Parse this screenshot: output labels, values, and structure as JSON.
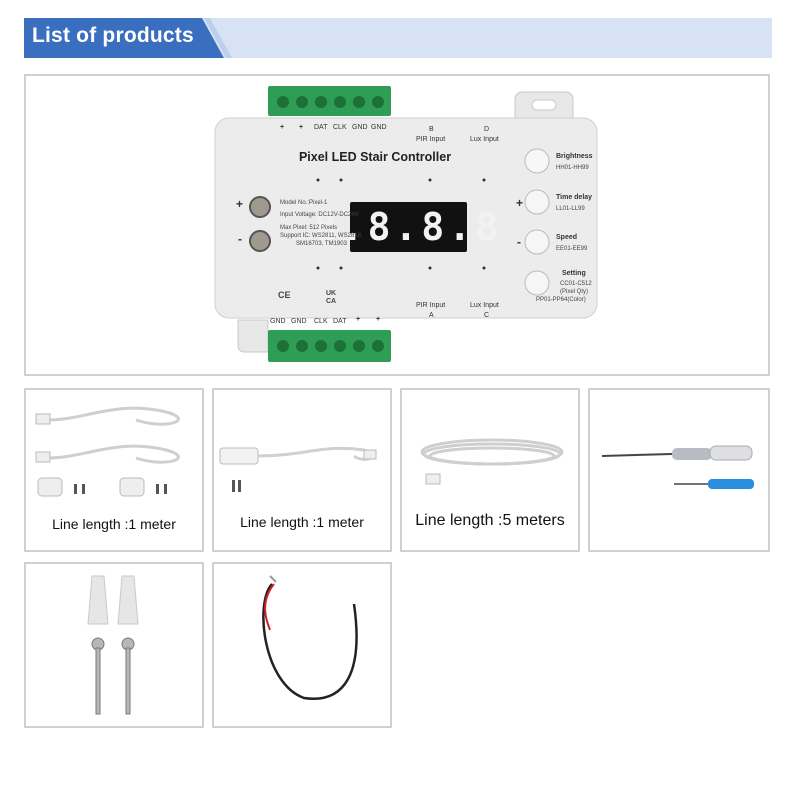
{
  "header": {
    "title": "List of products",
    "color": "#d7e3f5",
    "accent": "#3a6fc0"
  },
  "controller": {
    "title": "Pixel LED Stair Controller",
    "top_terminals": [
      "+",
      "+",
      "DAT",
      "CLK",
      "GND",
      "GND"
    ],
    "bottom_terminals": [
      "GND",
      "GND",
      "CLK",
      "DAT",
      "+",
      "+"
    ],
    "top_inputs": {
      "b_letter": "B",
      "b_label": "PIR Input",
      "d_letter": "D",
      "d_label": "Lux Input"
    },
    "bottom_inputs": {
      "a_letter": "A",
      "a_label": "PIR Input",
      "c_letter": "C",
      "c_label": "Lux Input"
    },
    "spec": {
      "model": "Model No.:Pixel-1",
      "voltage": "Input Voltage: DC12V-DC24V",
      "max_pixel": "Max Pixel: 512 Pixels",
      "support1": "Support IC: WS2811, WS2818,",
      "support2": "SM16703, TM1903"
    },
    "display": "8.8.8.8",
    "plus": "+",
    "minus": "-",
    "buttons": [
      {
        "label": "Brightness",
        "sub": "HH01-HH99"
      },
      {
        "label": "Time delay",
        "sub": "LL01-LL99"
      },
      {
        "label": "Speed",
        "sub": "EE01-EE99"
      },
      {
        "label": "Setting",
        "sub1": "CC01-C512",
        "sub2": "(Pixel Qty)",
        "sub3": "PP01-PP64(Color)"
      }
    ],
    "certs": [
      "CE",
      "UK CA"
    ]
  },
  "items": [
    {
      "caption": "Line length :1 meter"
    },
    {
      "caption": "Line length :1 meter"
    },
    {
      "caption": "Line length :5 meters"
    },
    {
      "caption": ""
    }
  ]
}
